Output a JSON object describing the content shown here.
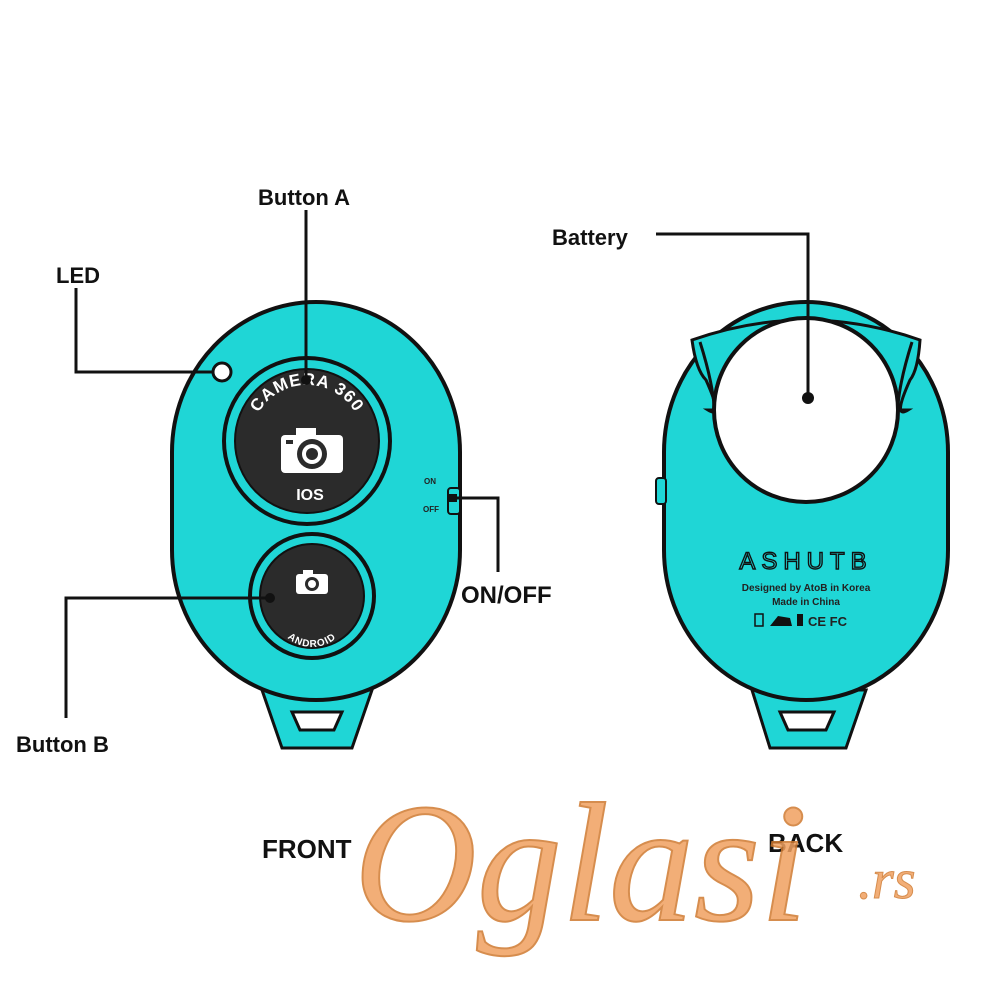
{
  "labels": {
    "button_a": "Button A",
    "led": "LED",
    "battery": "Battery",
    "on_off": "ON/OFF",
    "button_b": "Button B",
    "front": "FRONT",
    "back": "BACK"
  },
  "front_device": {
    "big_button": {
      "top_text": "CAMERA 360",
      "bottom_text": "IOS"
    },
    "small_button": {
      "text": "ANDROID"
    },
    "switch": {
      "on": "ON",
      "off": "OFF"
    }
  },
  "back_device": {
    "brand": "ASHUTB",
    "line1": "Designed by AtoB in Korea",
    "line2": "Made in China",
    "marks": "CE FC"
  },
  "watermark": {
    "main": "Oglasi",
    "suffix": ".rs"
  },
  "colors": {
    "device": "#1fd6d6",
    "outline": "#111111",
    "button_dark": "#2b2b2b",
    "watermark": "#f0a060"
  }
}
